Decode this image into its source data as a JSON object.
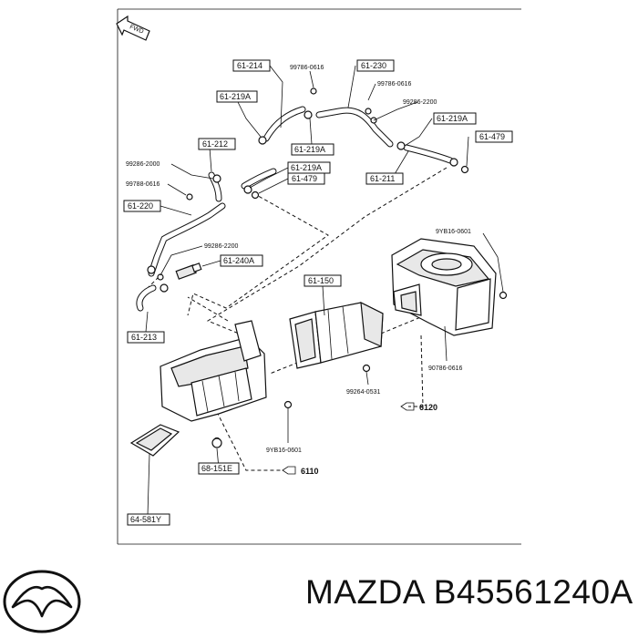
{
  "diagram": {
    "fwd_label": "FWD",
    "boxed_labels": {
      "p61_214": "61-214",
      "p61_230": "61-230",
      "p61_219a_l": "61-219A",
      "p61_219a_c": "61-219A",
      "p61_219a_r": "61-219A",
      "p61_219a_m": "61-219A",
      "p61_212": "61-212",
      "p61_479_m": "61-479",
      "p61_479_r": "61-479",
      "p61_211": "61-211",
      "p61_220": "61-220",
      "p61_240a": "61-240A",
      "p61_150": "61-150",
      "p61_213": "61-213",
      "p68_151e": "68-151E",
      "p64_581y": "64-581Y"
    },
    "plain_labels": {
      "n99786_0616_a": "99786-0616",
      "n99786_0616_b": "99786-0616",
      "n99286_2200_a": "99286-2200",
      "n99286_2000": "99286-2000",
      "n99788_0616": "99788-0616",
      "n99286_2200_b": "99286-2200",
      "n9yb16_0601_a": "9YB16-0601",
      "n90786_0616": "90786-0616",
      "n99264_0531": "99264-0531",
      "n9yb16_0601_b": "9YB16-0601"
    },
    "assy_6120": "6120",
    "assy_6110": "6110"
  },
  "footer": {
    "brand": "MAZDA",
    "part_number": "B45561240A",
    "logo": "mazda-logo-icon"
  }
}
